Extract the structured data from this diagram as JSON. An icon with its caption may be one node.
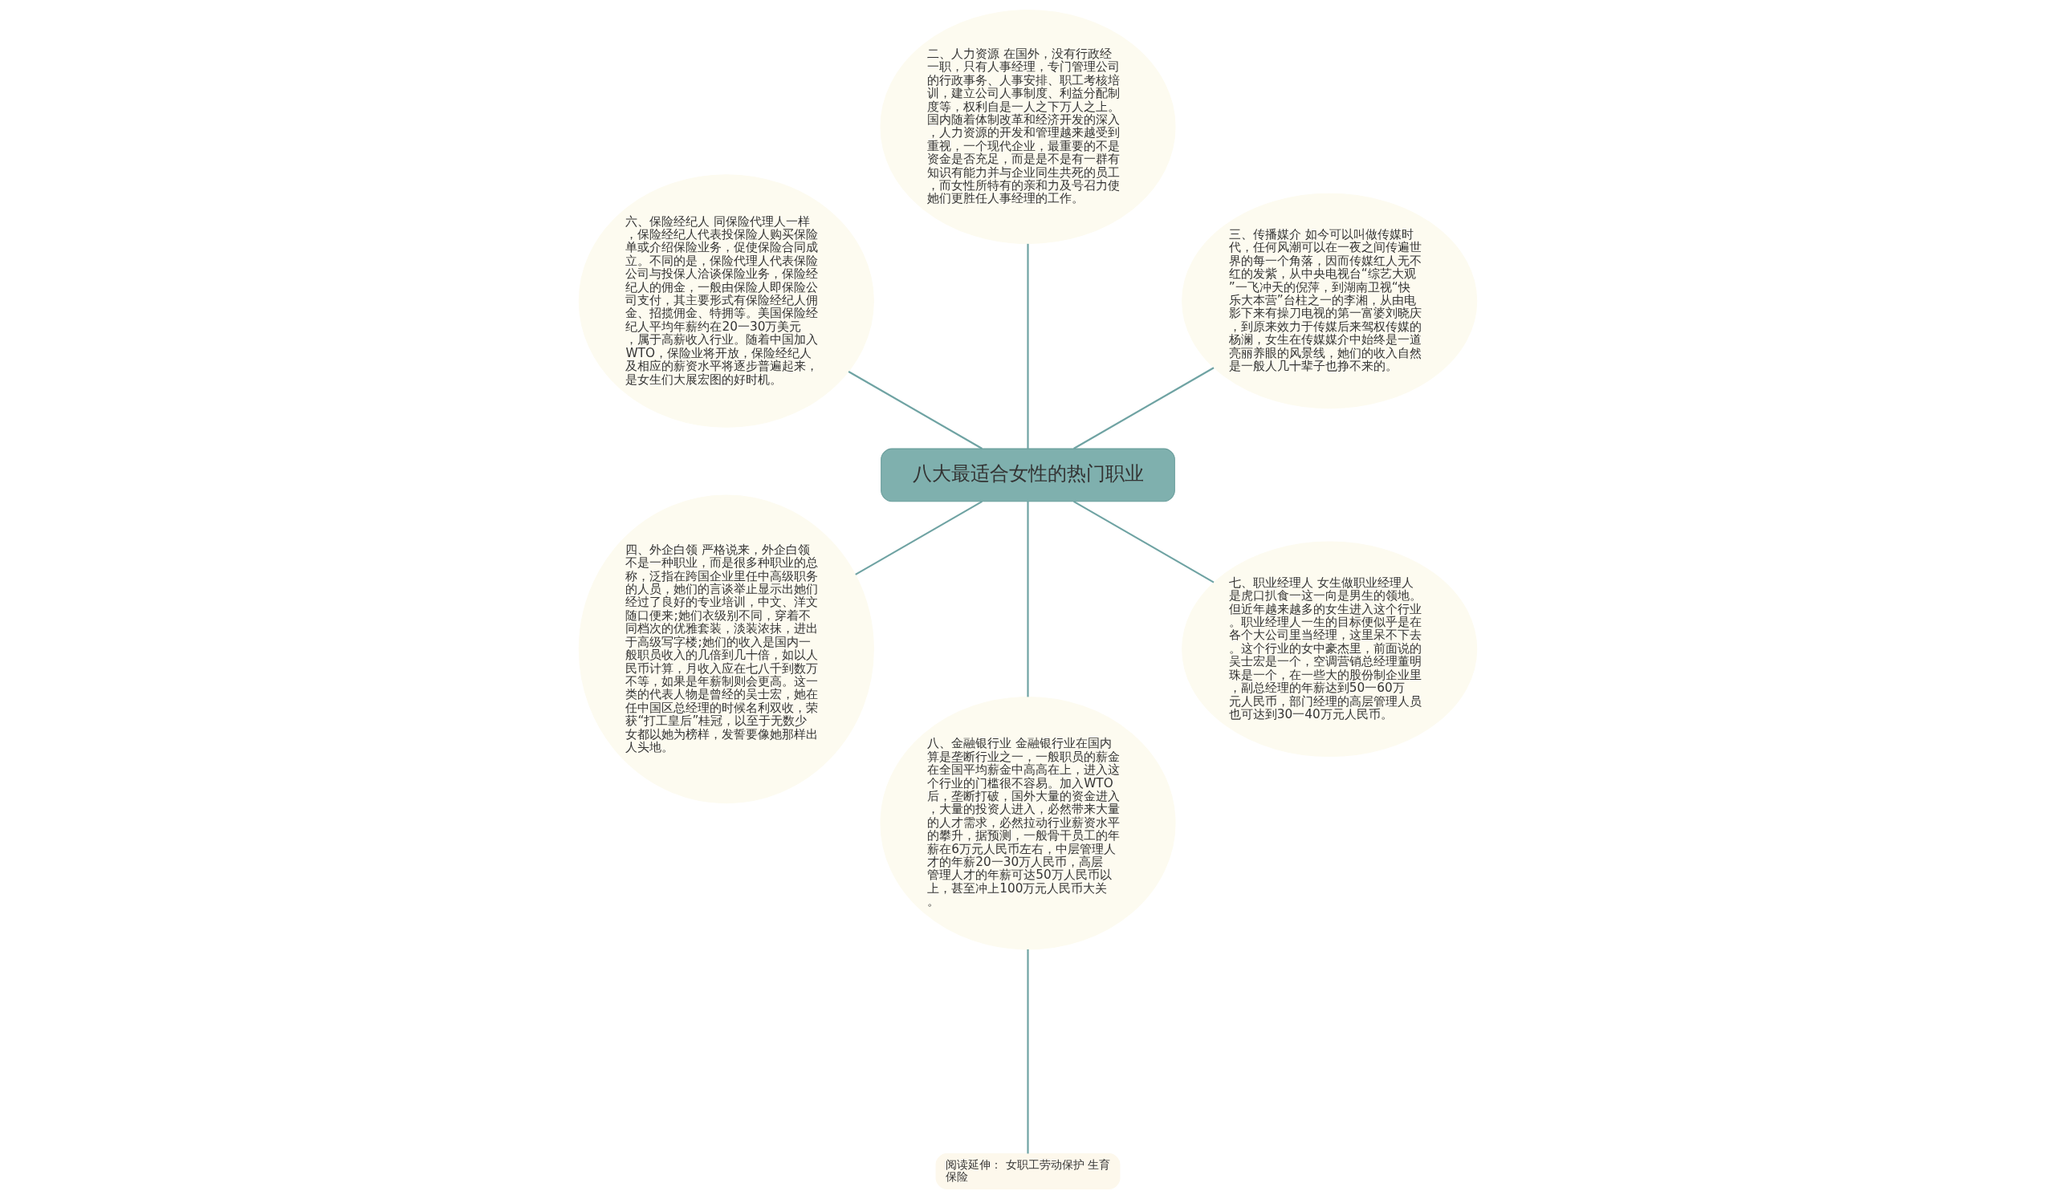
{
  "diagram": {
    "nodes": [
      {
        "text": [
          "八大最适合女性的热门职业"
        ]
      },
      {
        "text": [
          "三、传播媒介 如今可以叫做传媒时代，任何风潮可以在一夜之间传遍世界的每一个角落，因而传媒红人无不红的发紫，从中央电视台“综艺大观”一飞冲天的倪萍，到湖南卫视“快乐大本营”台柱之一的李湘，从由电影下来有操刀电视的第一富婆刘晓庆，到原来效力于传媒后来驾权传媒的杨澜，女生在传媒媒介中始终是一道亮丽养眼的风景线，她们的收入自然是一般人几十辈子也挣不来的。"
        ]
      },
      {
        "text": [
          "二、人力资源 在国外，没有行政经一职，只有人事经理，专门管理公司的行政事务、人事安排、职工考核培训，建立公司人事制度、利益分配制度等，权利自是一人之下万人之上。国内随着体制改革和经济开发的深入，人力资源的开发和管理越来越受到重视，一个现代企业，最重要的不是资金是否充足，而是是不是有一群有知识有能力并与企业同生共死的员工，而女性所特有的亲和力及号召力使她们更胜任人事经理的工作。"
        ]
      },
      {
        "text": [
          "六、保险经纪人 同保险代理人一样，保险经纪人代表投保险人购买保险单或介绍保险业务，促使保险合同成立。不同的是，保险代理人代表保险公司与投保人洽谈保险业务，保险经纪人的佣金，一般由保险人即保险公司支付，其主要形式有保险经纪人佣金、招揽佣金、特拥等。美国保险经纪人平均年薪约在20一30万美元，属于高薪收入行业。随着中国加入WTO，保险业将开放，保险经纪人及相应的薪资水平将逐步普遍起来，是女生们大展宏图的好时机。"
        ]
      },
      {
        "text": [
          "四、外企白领 严格说来，外企白领不是一种职业，而是很多种职业的总称，泛指在跨国企业里任中高级职务的人员，她们的言谈举止显示出她们经过了良好的专业培训，中文、洋文随口便来;她们衣级别不同，穿着不同档次的优雅套装，淡装浓抹，进出于高级写字楼;她们的收入是国内一般职员收入的几倍到几十倍，如以人民币计算，月收入应在七八千到数万不等，如果是年薪制则会更高。这一类的代表人物是曾经的吴士宏，她在任中国区总经理的时候名利双收，荣获“打工皇后”桂冠，以至于无数少女都以她为榜样，发誓要像她那样出人头地。"
        ]
      },
      {
        "text": [
          "八、金融银行业 金融银行业在国内算是垄断行业之一，一般职员的薪金在全国平均薪金中高高在上，进入这个行业的门槛很不容易。加入WTO后，垄断打破，国外大量的资金进入，大量的投资人进入，必然带来大量的人才需求，必然拉动行业薪资水平的攀升，据预测，一般骨干员工的年薪在6万元人民币左右，中层管理人才的年薪20一30万人民币，高层管理人才的年薪可达50万人民币以上，甚至冲上100万元人民币大关。"
        ]
      },
      {
        "text": [
          "七、职业经理人 女生做职业经理人是虎口扒食一这一向是男生的领地。但近年越来越多的女生进入这个行业。职业经理人一生的目标便似乎是在各个大公司里当经理，这里呆不下去。这个行业的女中豪杰里，前面说的吴士宏是一个，空调营销总经理董明珠是一个，在一些大的股份制企业里，副总经理的年薪达到50一60万元人民币，部门经理的高层管理人员也可达到30一40万元人民币。"
        ]
      },
      {
        "text": [
          "阅读延伸： 女职工劳动保护 生育保险"
        ]
      }
    ],
    "edges": [
      {
        "from": 0,
        "to": 1,
        "arrow": "none"
      },
      {
        "from": 0,
        "to": 2,
        "arrow": "none"
      },
      {
        "from": 0,
        "to": 3,
        "arrow": "none"
      },
      {
        "from": 0,
        "to": 4,
        "arrow": "none"
      },
      {
        "from": 0,
        "to": 5,
        "arrow": "none"
      },
      {
        "from": 0,
        "to": 6,
        "arrow": "none"
      },
      {
        "from": 5,
        "to": 7,
        "arrow": "none"
      }
    ]
  }
}
